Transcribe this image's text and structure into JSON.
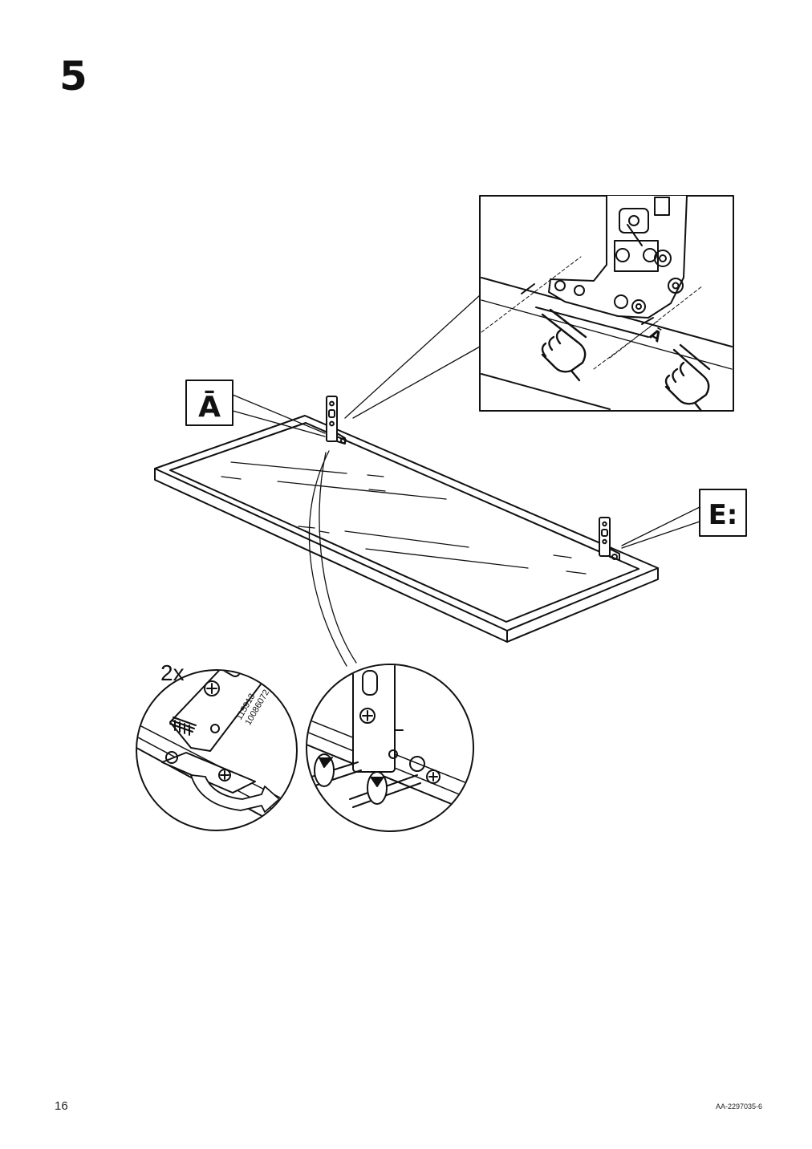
{
  "step": {
    "number": "5"
  },
  "labels": {
    "part_a": "Ā",
    "part_a_detail": "Ā",
    "part_e": "E:",
    "quantity": "2x",
    "part_code_1": "115913",
    "part_code_2": "10086072"
  },
  "footer": {
    "page_number": "16",
    "doc_code": "AA-2297035-6"
  },
  "colors": {
    "ink": "#111111",
    "paper": "#ffffff"
  },
  "icons": [
    "pointing-hand-icon",
    "screwdriver-icon",
    "rotate-arrow-icon",
    "hinge-icon"
  ]
}
